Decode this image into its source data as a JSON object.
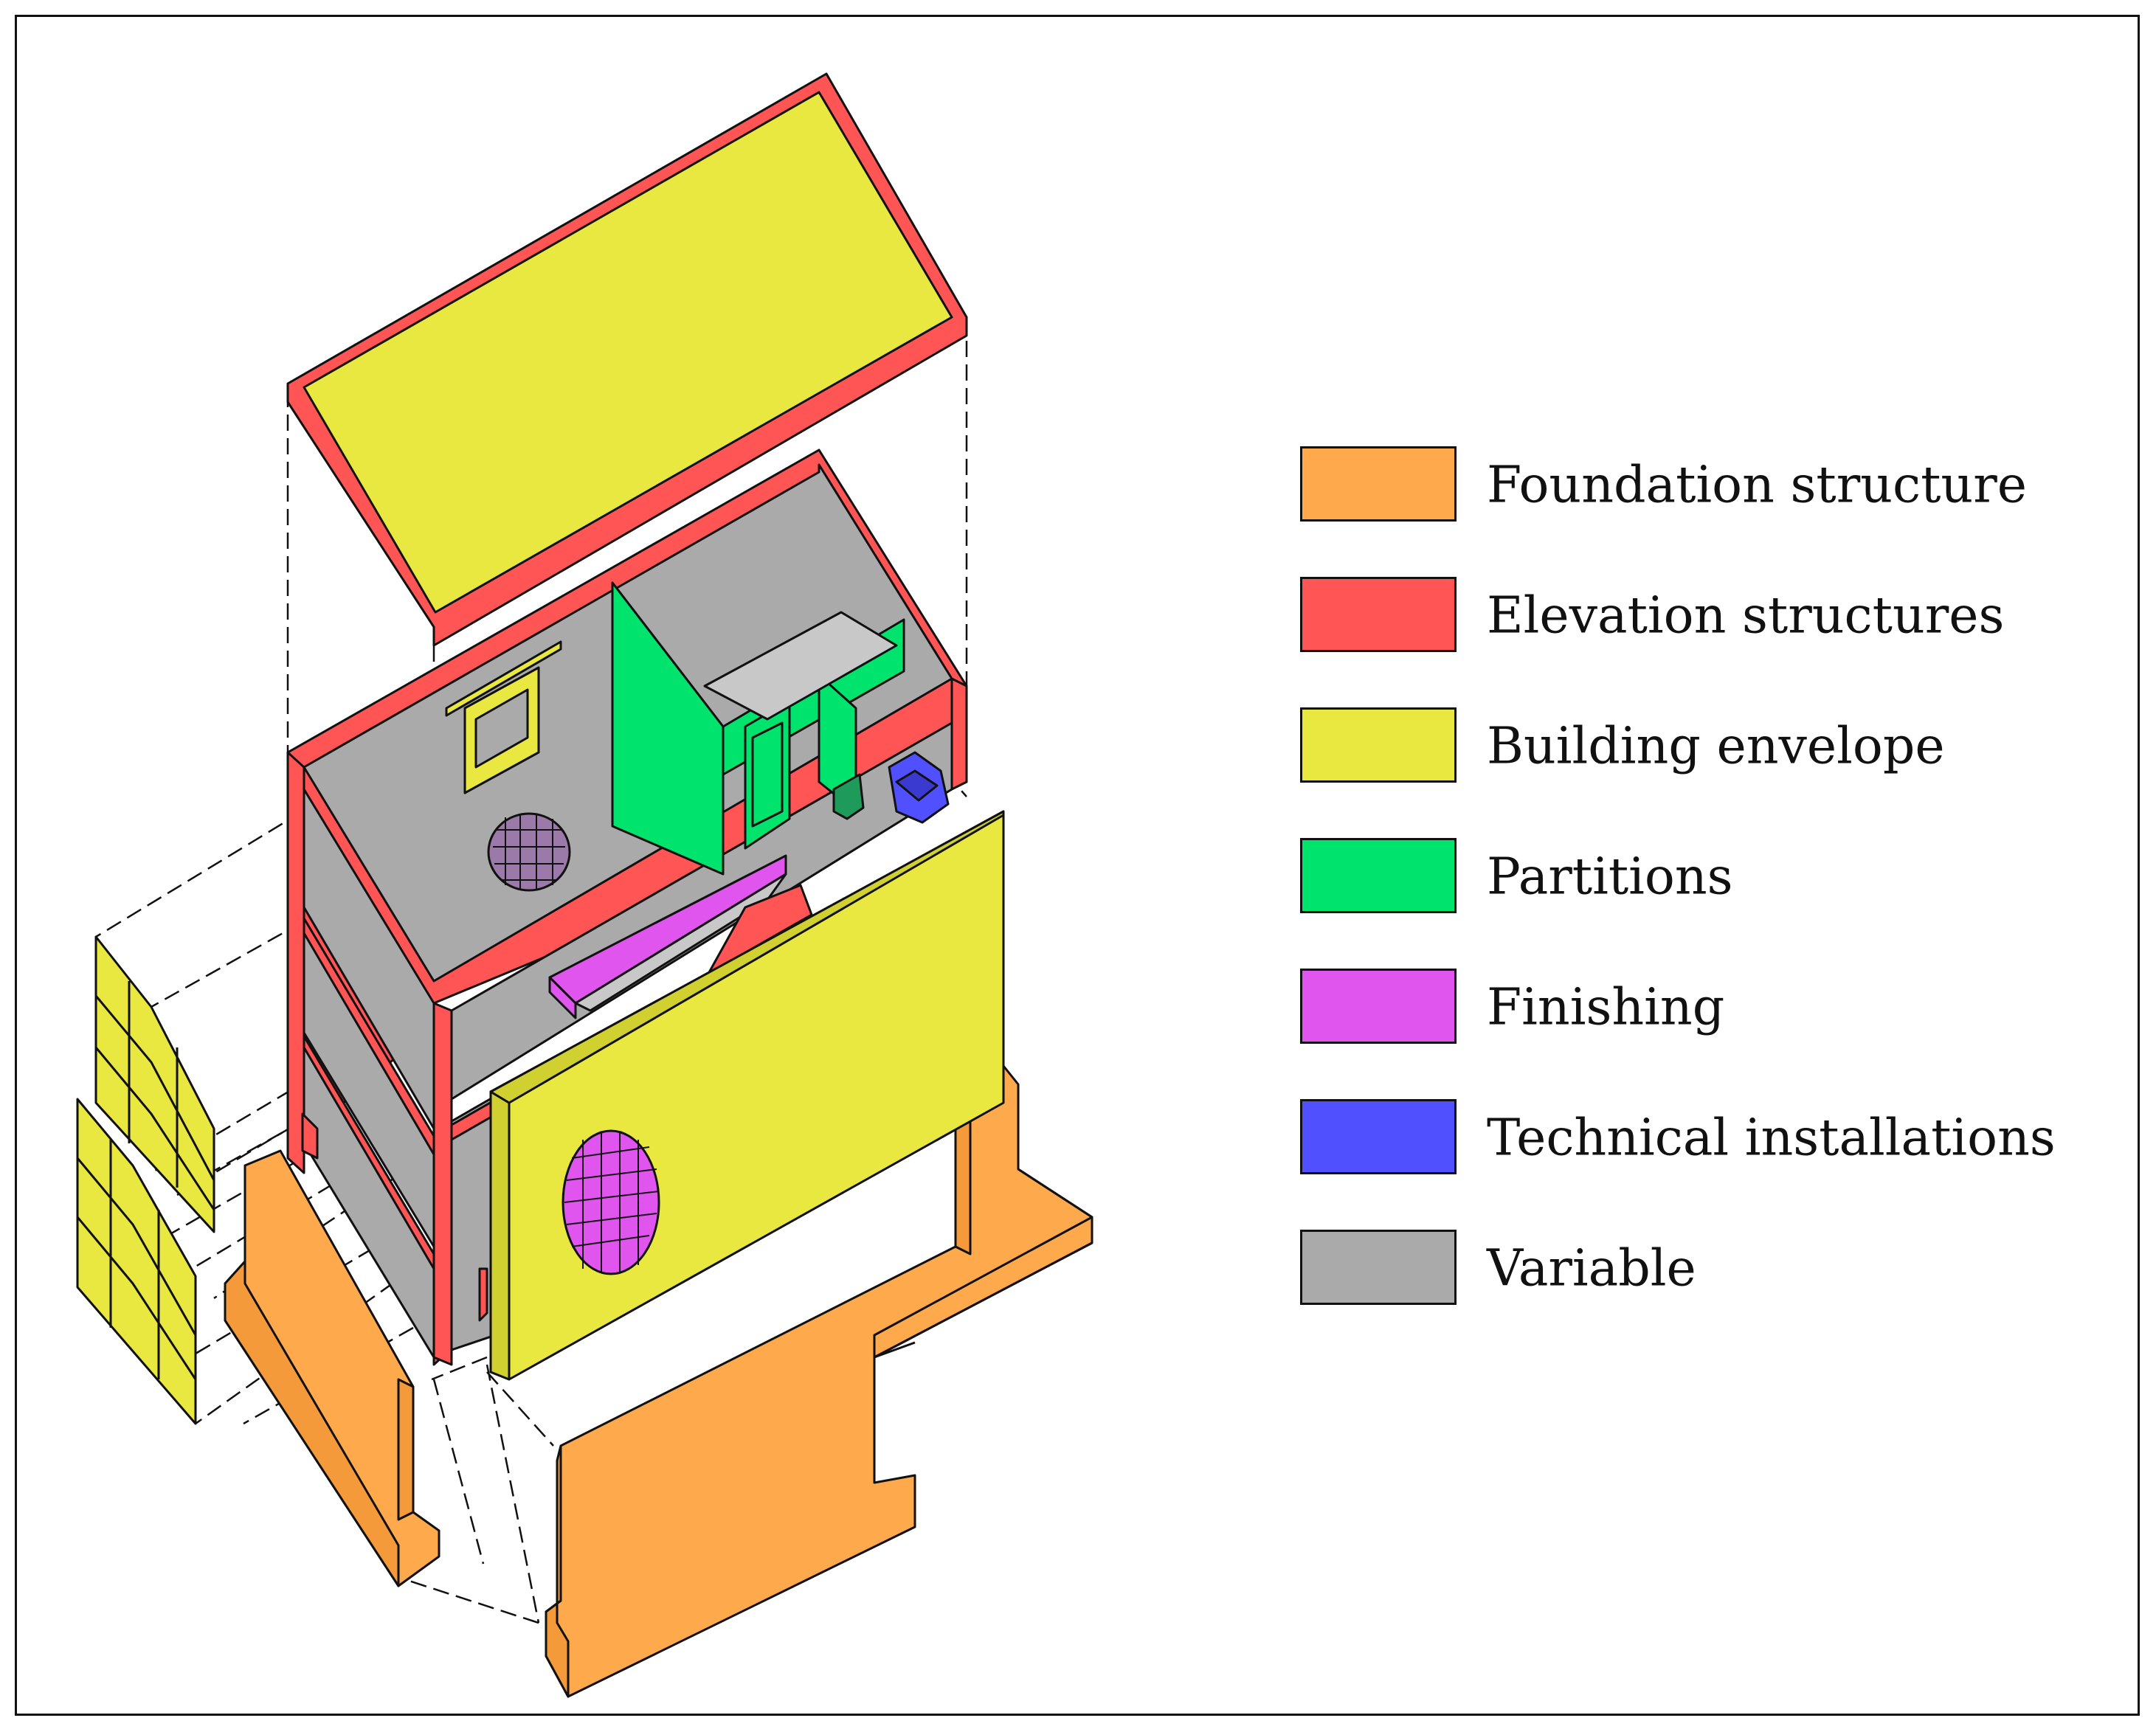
{
  "legend": {
    "items": [
      {
        "label": "Foundation structure",
        "color": "#FFA94D"
      },
      {
        "label": "Elevation structures",
        "color": "#FF5555"
      },
      {
        "label": "Building envelope",
        "color": "#E8E840"
      },
      {
        "label": "Partitions",
        "color": "#00E46E"
      },
      {
        "label": "Finishing",
        "color": "#E055EE"
      },
      {
        "label": "Technical installations",
        "color": "#5050FF"
      },
      {
        "label": "Variable",
        "color": "#AAAAAA"
      }
    ]
  }
}
